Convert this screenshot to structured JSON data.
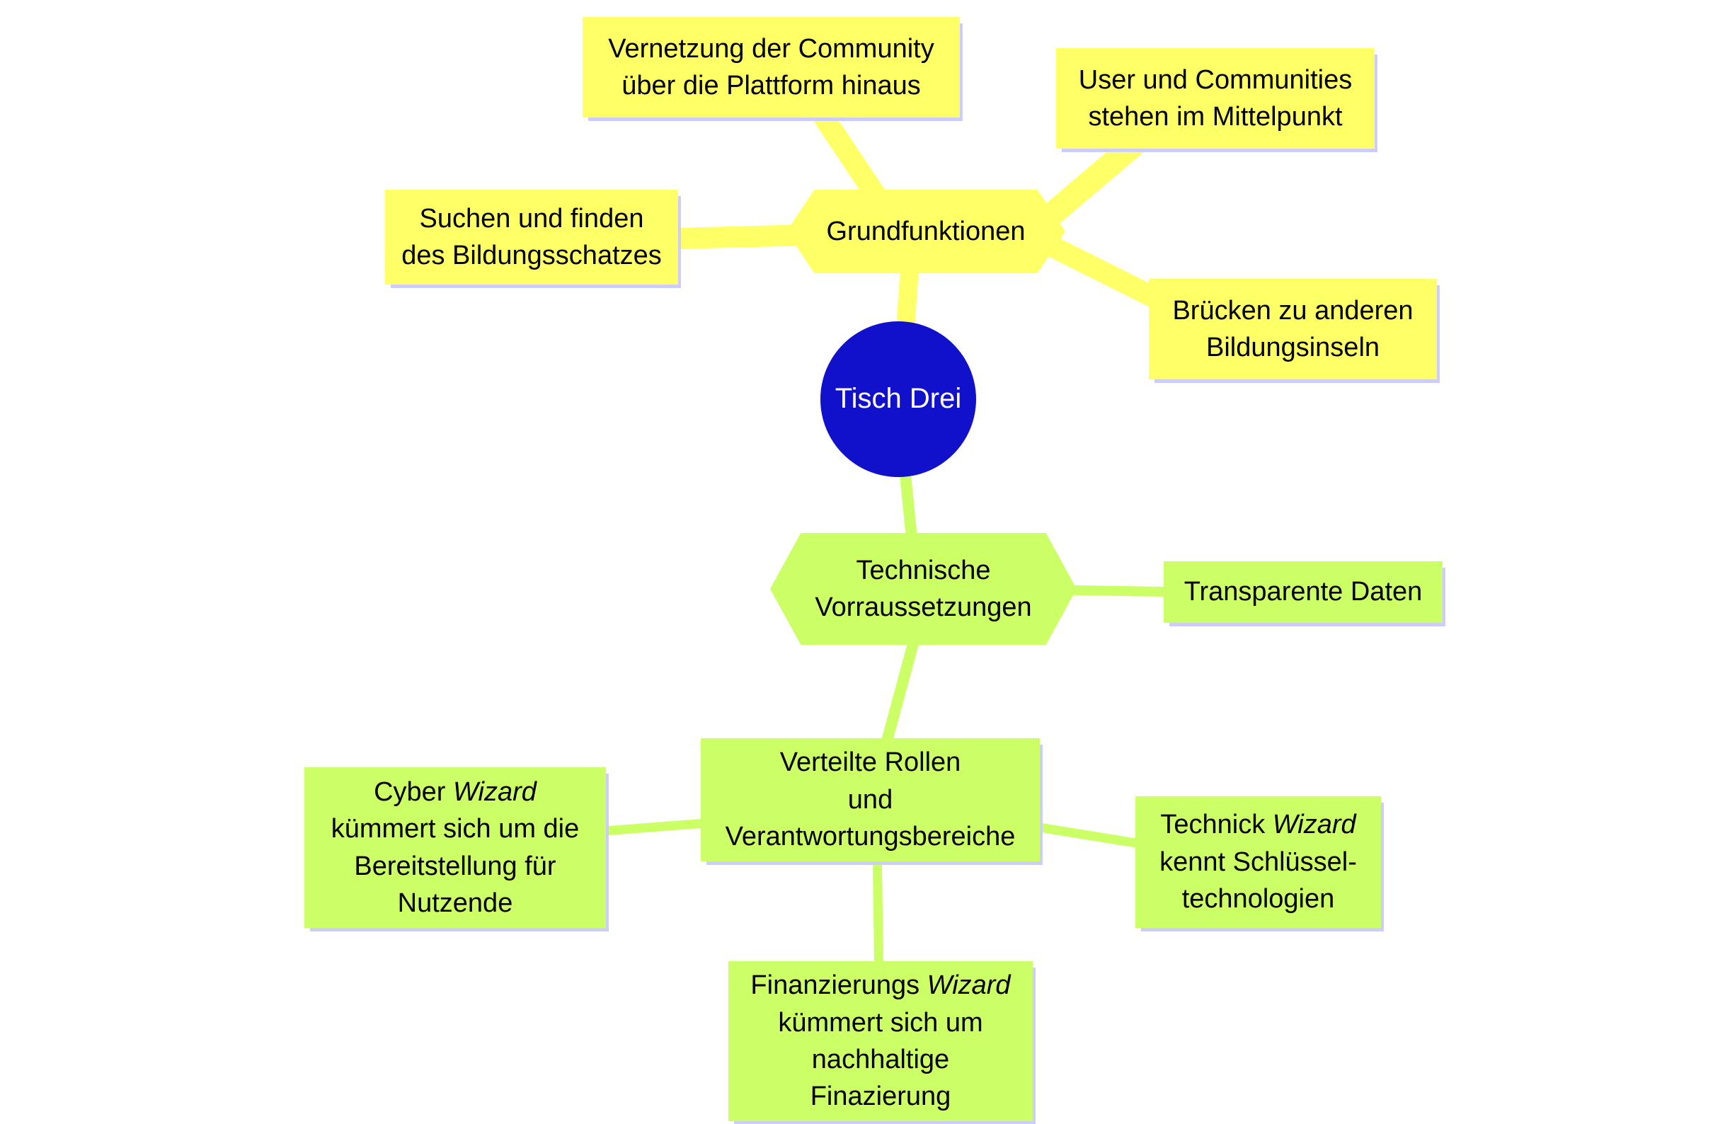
{
  "colors": {
    "node_yellow": "#FFFF66",
    "node_green": "#CCFF66",
    "center_blue": "#1111CC",
    "shadow_lavender": "#CCCCFF",
    "text_black": "#000000",
    "center_text_white": "#FFFFFF"
  },
  "nodes": {
    "tisch_drei": {
      "l1": "Tisch Drei"
    },
    "grundfunktionen": {
      "l1": "Grundfunktionen"
    },
    "vernetzung": {
      "l1": "Vernetzung der Community",
      "l2": "über die Plattform hinaus"
    },
    "user_communities": {
      "l1": "User und Communities",
      "l2": "stehen im Mittelpunkt"
    },
    "suchen": {
      "l1": "Suchen und finden",
      "l2": "des Bildungsschatzes"
    },
    "bruecken": {
      "l1": "Brücken zu anderen",
      "l2": "Bildungsinseln"
    },
    "technische": {
      "l1": "Technische",
      "l2": "Vorraussetzungen"
    },
    "transparente": {
      "l1": "Transparente Daten"
    },
    "verteilte": {
      "l1": "Verteilte Rollen",
      "l2": "und",
      "l3": "Verantwortungsbereiche"
    },
    "cyber": {
      "l1a": "Cyber ",
      "l1b": "Wizard",
      "l2": "kümmert sich um die",
      "l3": "Bereitstellung für",
      "l4": "Nutzende"
    },
    "technick": {
      "l1a": "Technick ",
      "l1b": "Wizard",
      "l2": "kennt Schlüssel-",
      "l3": "technologien"
    },
    "finanzierungs": {
      "l1a": "Finanzierungs ",
      "l1b": "Wizard",
      "l2": "kümmert sich um",
      "l3": "nachhaltige",
      "l4": "Finazierung"
    }
  }
}
